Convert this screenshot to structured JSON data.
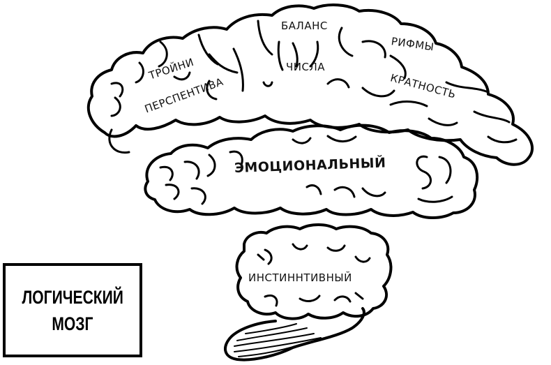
{
  "diagram": {
    "title_box": {
      "line1": "ЛОГИЧЕСКИЙ",
      "line2": "МОЗГ"
    },
    "layers": [
      {
        "name": "logical",
        "labels": [
          "ТРОЙНИ",
          "ПЕРСПЕНТИВА",
          "БАЛАНС",
          "ЧИСЛА",
          "РИФМЫ",
          "КРАТНОСТЬ"
        ]
      },
      {
        "name": "emotional",
        "labels": [
          "ЭМОЦИОНАЛЬНЫЙ"
        ]
      },
      {
        "name": "instinctive",
        "labels": [
          "ИНСТИННТИВНЫЙ"
        ]
      }
    ],
    "colors": {
      "ink": "#000000",
      "background": "#ffffff"
    }
  }
}
